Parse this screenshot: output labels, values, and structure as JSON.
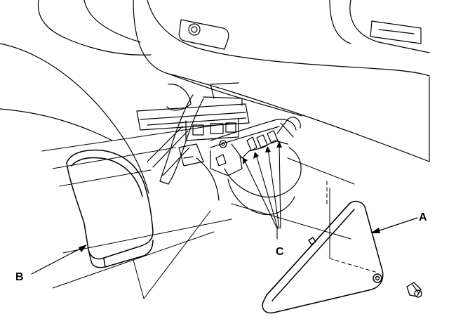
{
  "labels": {
    "a": "A",
    "b": "B",
    "c": "C"
  },
  "parts": {
    "a": "under-cover",
    "b": "knee-bolster",
    "c": "clips",
    "fastener": "screw"
  },
  "colors": {
    "line": "#000000",
    "background": "#ffffff"
  }
}
